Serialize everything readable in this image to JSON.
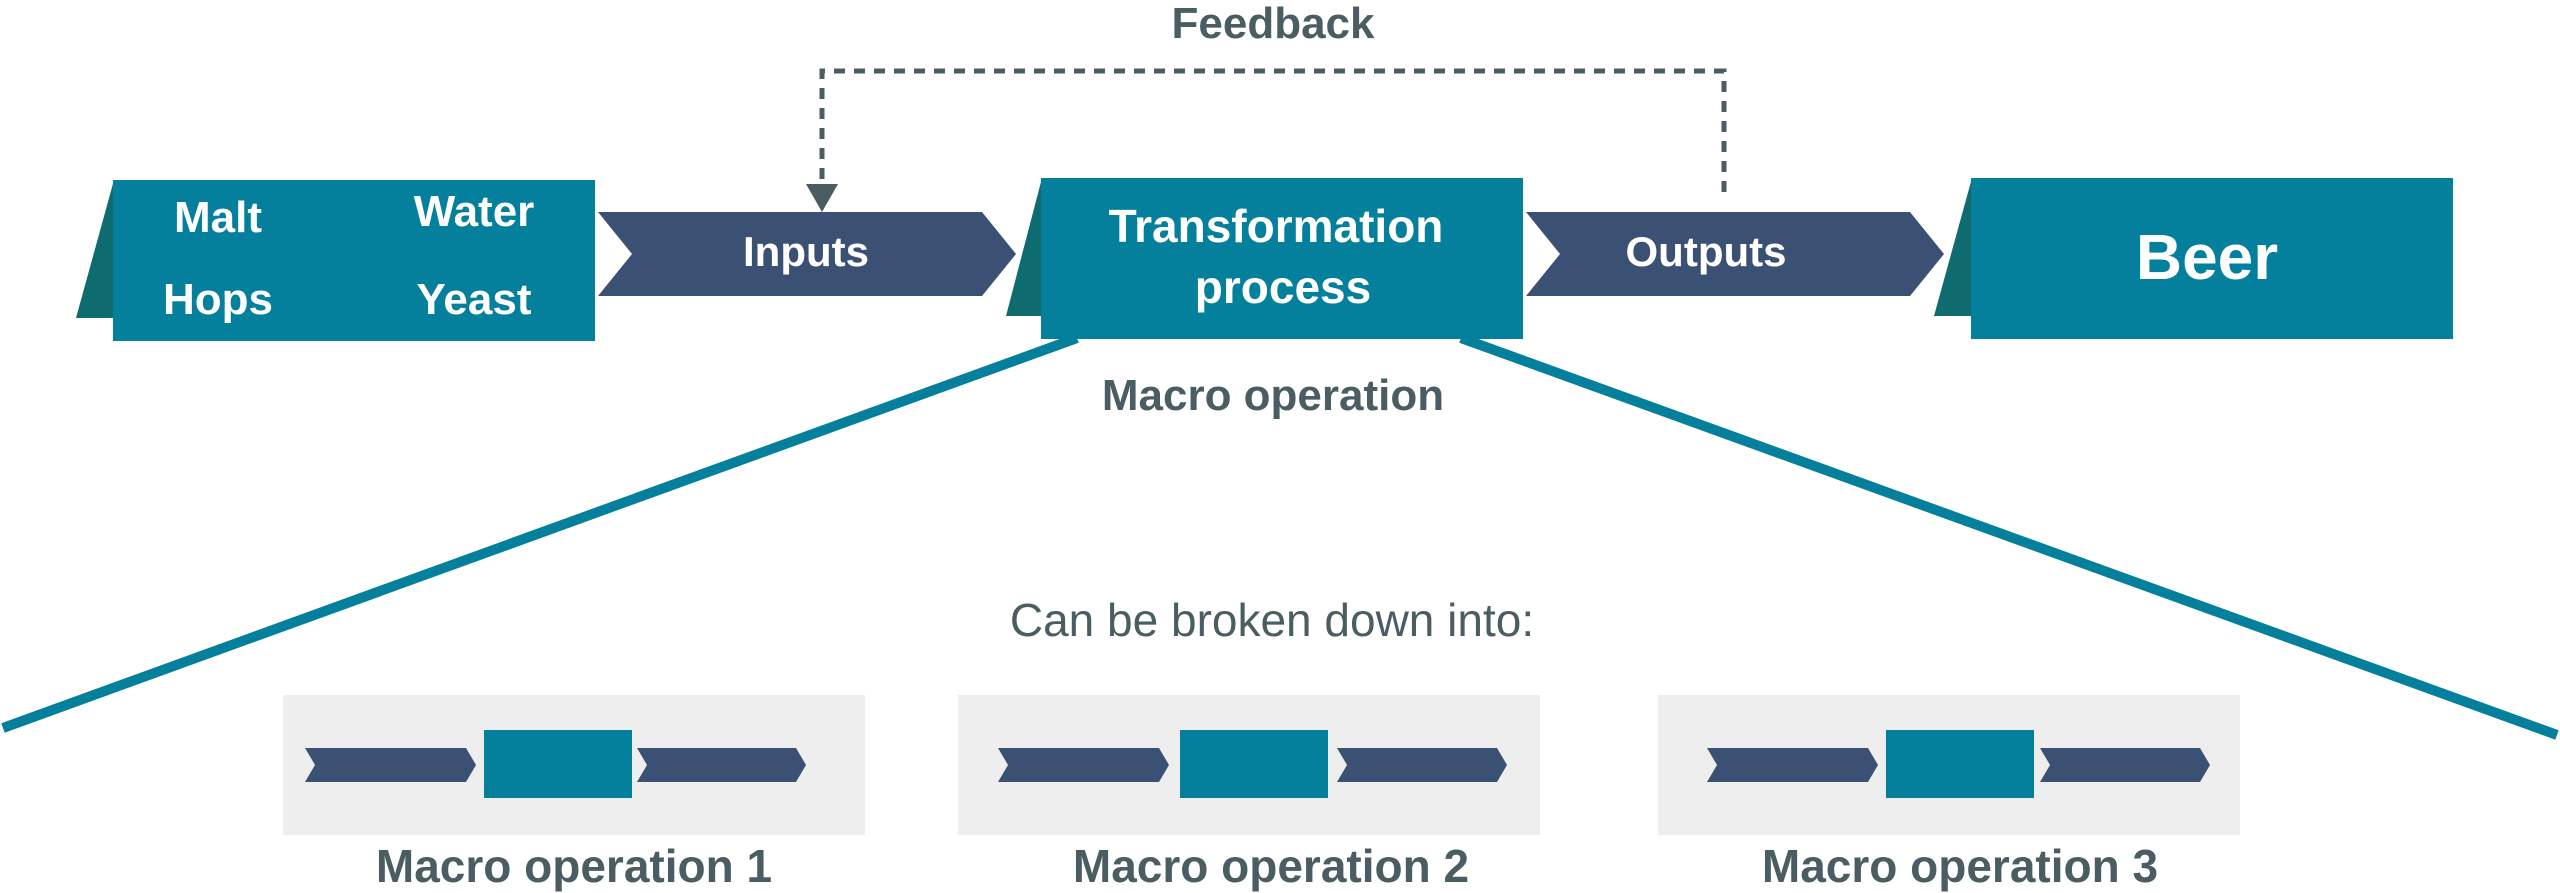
{
  "colors": {
    "teal": "#047f9c",
    "teal_dark": "#0e6b6e",
    "navy": "#3b5174",
    "text_grey": "#4a5d63",
    "panel_grey": "#eeeeee",
    "dotted_line": "#4a5d63"
  },
  "feedback": {
    "label": "Feedback"
  },
  "input_box": {
    "items": [
      "Malt",
      "Water",
      "Hops",
      "Yeast"
    ]
  },
  "inputs_arrow": {
    "label": "Inputs"
  },
  "transformation_box": {
    "line1": "Transformation",
    "line2": "process",
    "caption": "Macro operation"
  },
  "outputs_arrow": {
    "label": "Outputs"
  },
  "output_box": {
    "label": "Beer"
  },
  "breakdown": {
    "label": "Can be broken down into:"
  },
  "sub_operations": [
    {
      "label": "Macro operation 1"
    },
    {
      "label": "Macro operation 2"
    },
    {
      "label": "Macro operation 3"
    }
  ]
}
